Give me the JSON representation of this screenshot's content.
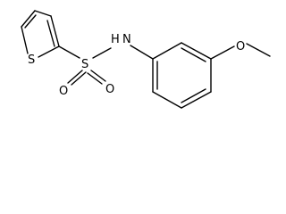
{
  "molecule": {
    "atoms": {
      "thiophene_s": "S",
      "sulfonyl_s": "S",
      "oxygen_lower_left": "O",
      "oxygen_lower_right": "O",
      "nitrogen": "N",
      "hydrogen": "H",
      "methoxy_oxygen": "O"
    }
  }
}
